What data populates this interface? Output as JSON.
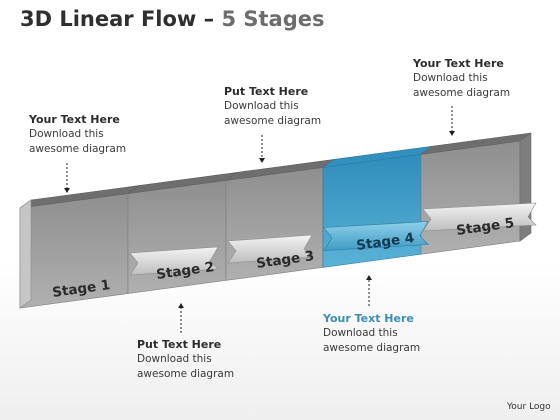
{
  "slide": {
    "title": "3D Linear Flow",
    "title_separator": " – ",
    "title_highlight": "5 Stages",
    "logo": "Your Logo"
  },
  "stages": [
    {
      "label": "Stage 1",
      "highlighted": false
    },
    {
      "label": "Stage 2",
      "highlighted": false
    },
    {
      "label": "Stage 3",
      "highlighted": false
    },
    {
      "label": "Stage 4",
      "highlighted": true
    },
    {
      "label": "Stage 5",
      "highlighted": false
    }
  ],
  "callouts": [
    {
      "heading": "Your Text Here",
      "lines": [
        "Download this",
        "awesome diagram"
      ],
      "accent": false
    },
    {
      "heading": "Put Text Here",
      "lines": [
        "Download this",
        "awesome diagram"
      ],
      "accent": false
    },
    {
      "heading": "Put Text Here",
      "lines": [
        "Download this",
        "awesome diagram"
      ],
      "accent": false
    },
    {
      "heading": "Your Text Here",
      "lines": [
        "Download this",
        "awesome diagram"
      ],
      "accent": true
    },
    {
      "heading": "Your Text Here",
      "lines": [
        "Download this",
        "awesome diagram"
      ],
      "accent": false
    }
  ],
  "colors": {
    "highlight_front": "#3e9cc5",
    "highlight_top": "#3190bd",
    "accent_text": "#3a8fb8",
    "block_front": "#9a9a9a",
    "block_top": "#6e6e6e",
    "block_side": "#7e7e7e"
  }
}
